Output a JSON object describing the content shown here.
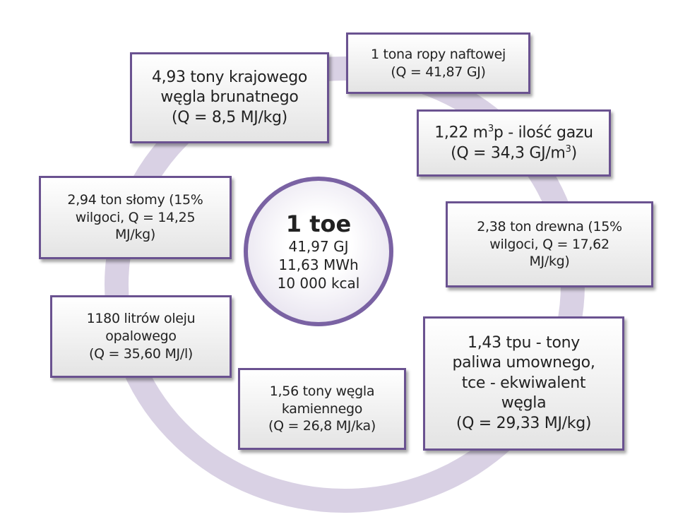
{
  "center": {
    "title": "1 toe",
    "lines": [
      "41,97 GJ",
      "11,63 MWh",
      "10 000 kcal"
    ]
  },
  "boxes": {
    "lignite": [
      "4,93 tony krajowego",
      "węgla brunatnego",
      "(Q = 8,5 MJ/kg)"
    ],
    "oil": [
      "1 tona ropy naftowej",
      "(Q = 41,87 GJ)"
    ],
    "gas": {
      "l1a": "1,22 m",
      "l1sup": "3",
      "l1b": "p - ilość gazu",
      "l2a": "(Q = 34,3 GJ/m",
      "l2sup": "3",
      "l2b": ")"
    },
    "wood": [
      "2,38 ton drewna (15%",
      "wilgoci, Q = 17,62",
      "MJ/kg)"
    ],
    "tpu": [
      "1,43 tpu - tony",
      "paliwa umownego,",
      "tce - ekwiwalent",
      "węgla",
      "(Q = 29,33 MJ/kg)"
    ],
    "hardcoal": [
      "1,56 tony węgla",
      "kamiennego",
      "(Q = 26,8 MJ/ka)"
    ],
    "heatingoil": [
      "1180 litrów oleju",
      "opalowego",
      "(Q = 35,60 MJ/l)"
    ],
    "straw": [
      "2,94 ton słomy (15%",
      "wilgoci, Q = 14,25",
      "MJ/kg)"
    ]
  }
}
